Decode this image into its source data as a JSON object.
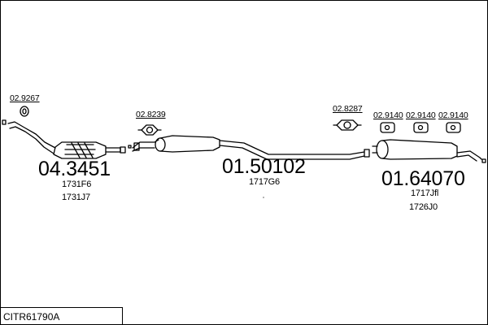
{
  "diagram": {
    "title_code": "CITR61790A",
    "parts": [
      {
        "number": "04.3451",
        "refs": [
          "1731F6",
          "1731J7"
        ]
      },
      {
        "number": "01.50102",
        "refs": [
          "1717G6"
        ]
      },
      {
        "number": "01.64070",
        "refs": [
          "1717Jfl",
          "1726J0"
        ]
      }
    ],
    "fittings": [
      "02.9267",
      "02.8239",
      "02.8287",
      "02.9140",
      "02.9140",
      "02.9140"
    ]
  }
}
